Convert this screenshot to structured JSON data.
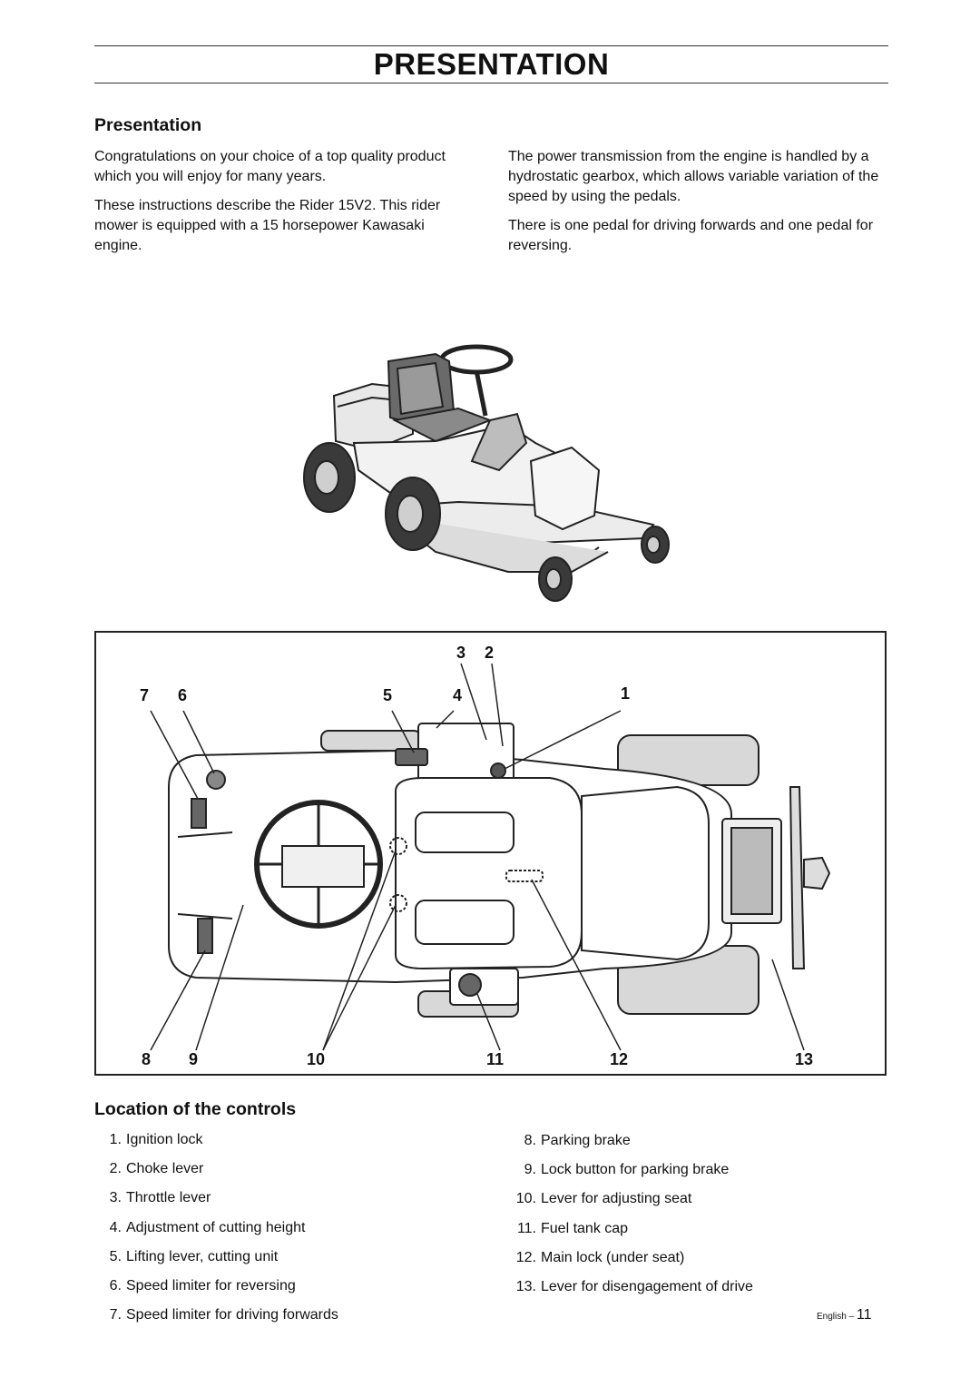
{
  "header": {
    "title": "PRESENTATION"
  },
  "intro": {
    "heading": "Presentation",
    "left_paragraphs": [
      "Congratulations on your choice of a top quality product which you will enjoy for many years.",
      "These instructions describe the Rider 15V2. This rider mower is equipped with a 15 horsepower Kawasaki engine."
    ],
    "right_paragraphs": [
      "The power transmission from the engine is handled by a hydrostatic gearbox, which allows variable variation of the speed by using the pedals.",
      "There is one pedal for driving forwards and one pedal for reversing."
    ]
  },
  "diagram": {
    "callouts": [
      "3",
      "2",
      "7",
      "6",
      "5",
      "4",
      "1",
      "8",
      "9",
      "10",
      "11",
      "12",
      "13"
    ]
  },
  "controls": {
    "heading": "Location of the controls",
    "left_items": [
      {
        "num": "1.",
        "label": "Ignition lock"
      },
      {
        "num": "2.",
        "label": "Choke lever"
      },
      {
        "num": "3.",
        "label": "Throttle lever"
      },
      {
        "num": "4.",
        "label": "Adjustment of cutting height"
      },
      {
        "num": "5.",
        "label": "Lifting lever, cutting unit"
      },
      {
        "num": "6.",
        "label": "Speed limiter for reversing"
      },
      {
        "num": "7.",
        "label": "Speed limiter for driving forwards"
      }
    ],
    "right_items": [
      {
        "num": "8.",
        "label": "Parking brake"
      },
      {
        "num": "9.",
        "label": "Lock button for parking brake"
      },
      {
        "num": "10.",
        "label": "Lever for adjusting seat"
      },
      {
        "num": "11.",
        "label": "Fuel tank cap"
      },
      {
        "num": "12.",
        "label": "Main lock (under seat)"
      },
      {
        "num": "13.",
        "label": "Lever for disengagement of drive"
      }
    ]
  },
  "footer": {
    "language": "English – ",
    "page": "11"
  }
}
